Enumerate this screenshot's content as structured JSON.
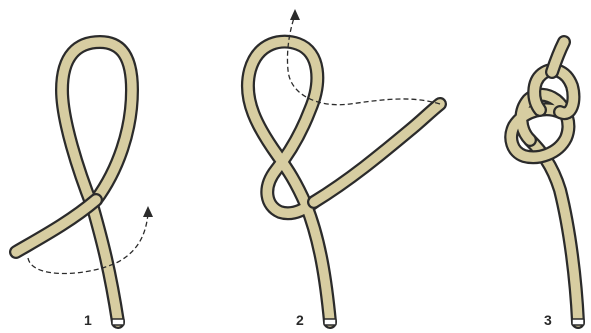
{
  "steps": [
    {
      "label": "1"
    },
    {
      "label": "2"
    },
    {
      "label": "3"
    }
  ],
  "colors": {
    "rope": "#d7cda1",
    "outline": "#2b2b2b",
    "background": "#ffffff"
  }
}
